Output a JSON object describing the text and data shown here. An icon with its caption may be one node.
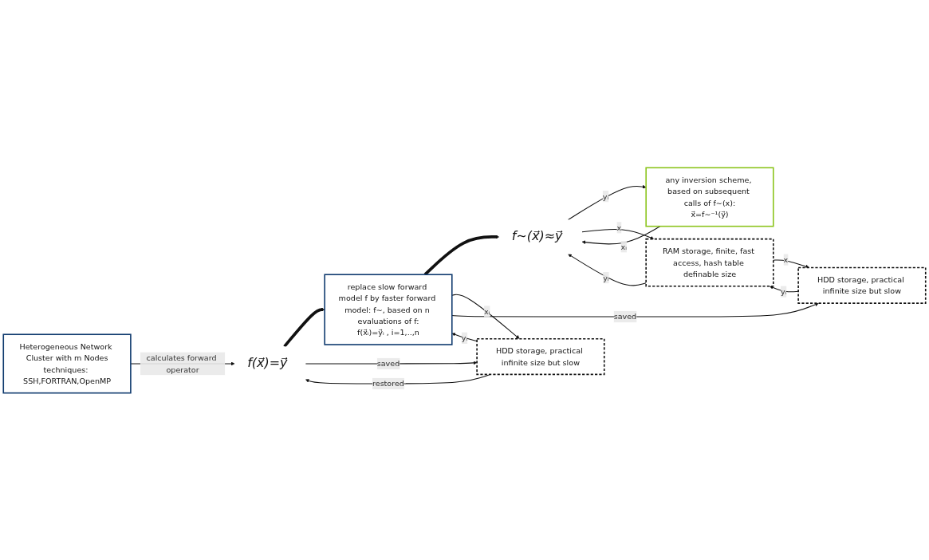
{
  "diagram": {
    "nodes": [
      {
        "text": [
          "Heterogeneous Network Cluster with m Nodes",
          "techniques: SSH,FORTRAN,OpenMP"
        ]
      },
      {
        "text": [
          "f(x⃗)=y⃗"
        ]
      },
      {
        "text": [
          "replace slow forward model f by faster forward model: f∼, based on n evaluations of f:",
          "f(x⃗ᵢ)=y⃗ᵢ , i=1,..,n"
        ]
      },
      {
        "text": [
          "f∼(x⃗)≈y⃗"
        ]
      },
      {
        "text": [
          "any inversion scheme, based on subsequent calls of f∼(x):",
          "x⃗=f∼⁻¹(y⃗)"
        ]
      },
      {
        "text": [
          "HDD storage, practical infinite size but slow"
        ]
      },
      {
        "text": [
          "RAM storage, finite, fast access, hash table definable size"
        ]
      },
      {
        "text": [
          "HDD storage, practical infinite size but slow"
        ]
      }
    ],
    "edges": [
      {
        "from": 0,
        "to": 1,
        "arrow": "to",
        "label": "calculates forward operator"
      },
      {
        "from": 1,
        "to": 2,
        "arrow": "to",
        "style": "thick"
      },
      {
        "from": 2,
        "to": 3,
        "arrow": "to",
        "style": "thick"
      },
      {
        "from": 4,
        "to": 3,
        "arrow": "to",
        "label": "xᵢ"
      },
      {
        "from": 3,
        "to": 4,
        "arrow": "to",
        "label": "yᵢ"
      },
      {
        "from": 1,
        "to": 5,
        "arrow": "to",
        "label": "saved"
      },
      {
        "from": 5,
        "to": 1,
        "arrow": "to",
        "label": "restored"
      },
      {
        "from": 2,
        "to": 5,
        "arrow": "to",
        "label": "xᵢ"
      },
      {
        "from": 5,
        "to": 2,
        "arrow": "to",
        "label": "yᵢ"
      },
      {
        "from": 3,
        "to": 6,
        "arrow": "to",
        "label": "x"
      },
      {
        "from": 6,
        "to": 3,
        "arrow": "to",
        "label": "yᵢ"
      },
      {
        "from": 6,
        "to": 7,
        "arrow": "to",
        "label": "x"
      },
      {
        "from": 7,
        "to": 6,
        "arrow": "to",
        "label": "yᵢ"
      },
      {
        "from": 2,
        "to": 7,
        "arrow": "to",
        "label": "saved"
      }
    ]
  }
}
